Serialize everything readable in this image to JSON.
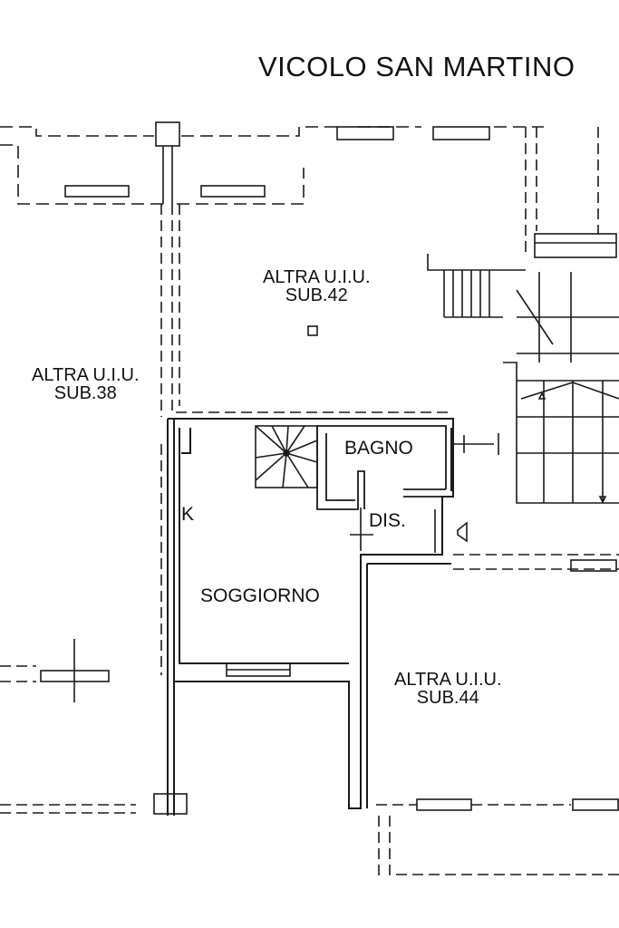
{
  "street": "VICOLO SAN MARTINO",
  "units": [
    {
      "line1": "ALTRA U.I.U.",
      "line2": "SUB.42"
    },
    {
      "line1": "ALTRA U.I.U.",
      "line2": "SUB.38"
    },
    {
      "line1": "ALTRA U.I.U.",
      "line2": "SUB.44"
    }
  ],
  "rooms": {
    "bathroom": "BAGNO",
    "hall": "DIS.",
    "kitchen": "K",
    "living": "SOGGIORNO"
  },
  "colors": {
    "line": "#1a1a1a",
    "background": "#ffffff"
  }
}
